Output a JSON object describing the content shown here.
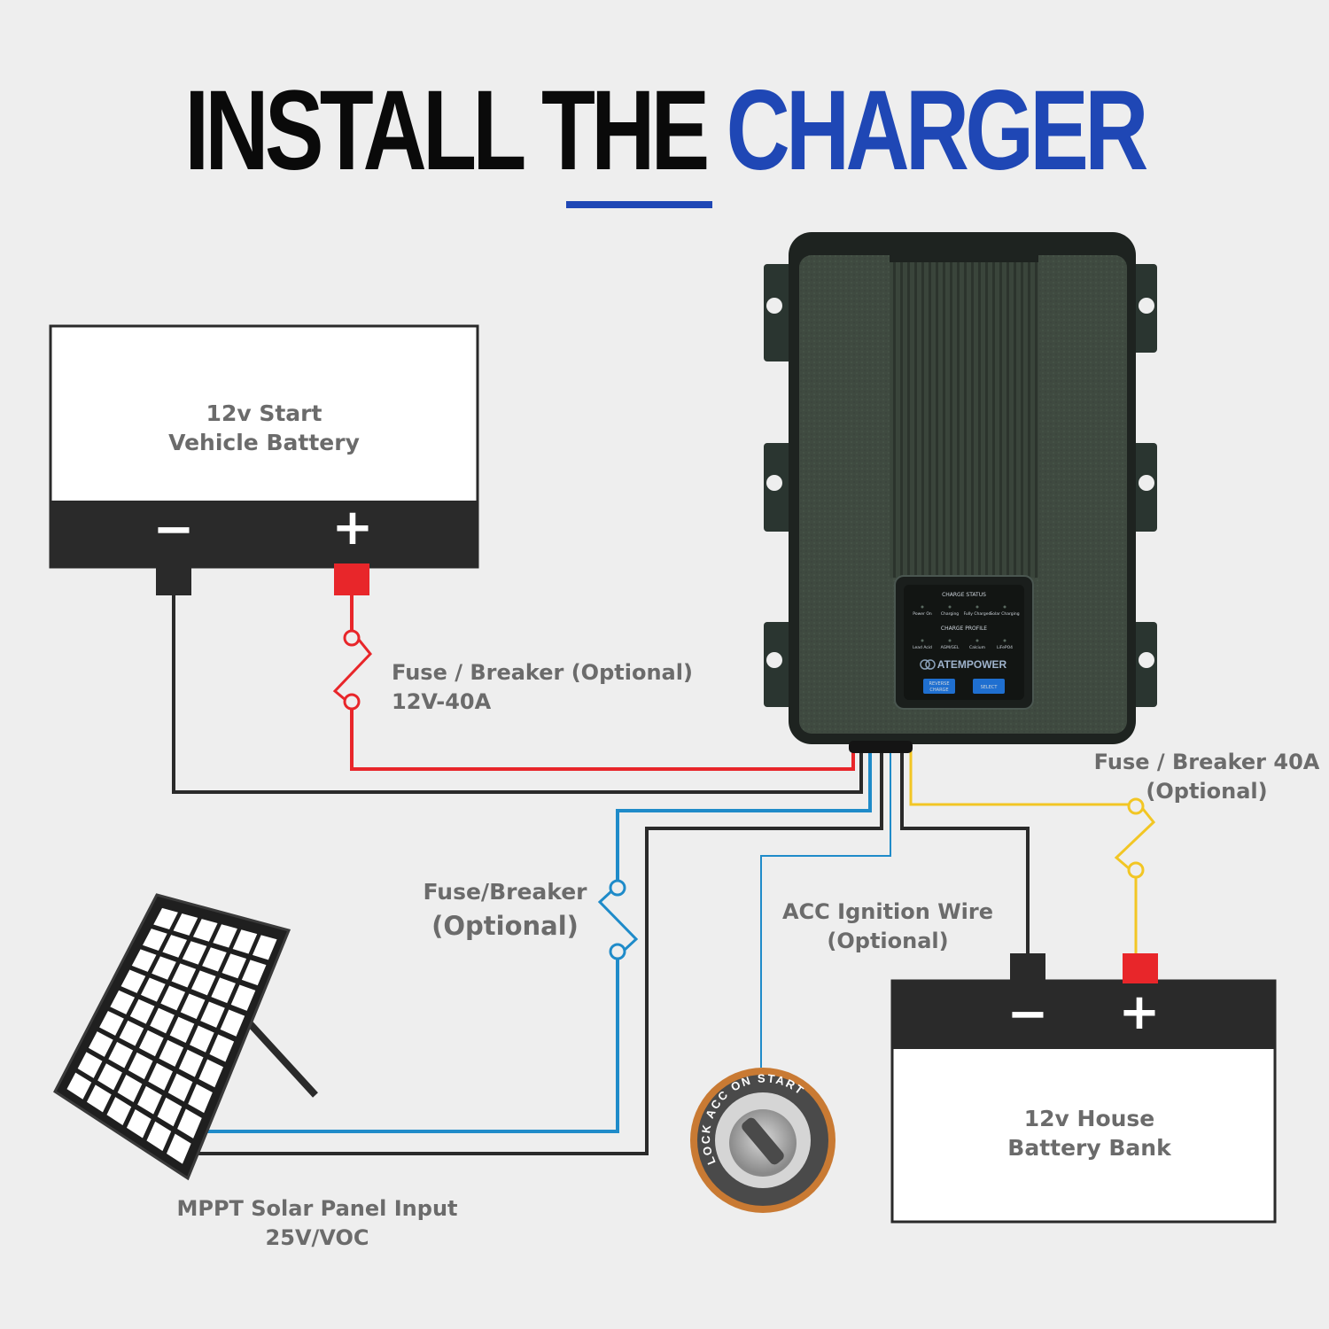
{
  "title": {
    "part1": "INSTALL",
    "part2": "THE",
    "part3": "CHARGER"
  },
  "colors": {
    "accent": "#1f47b5",
    "red": "#e8262a",
    "yellow": "#f2c624",
    "blue": "#1f8bc9",
    "black": "#2a2a2a"
  },
  "start_battery": {
    "line1": "12v Start",
    "line2": "Vehicle Battery",
    "neg": "−",
    "pos": "+"
  },
  "house_battery": {
    "line1": "12v House",
    "line2": "Battery Bank",
    "neg": "−",
    "pos": "+"
  },
  "labels": {
    "fuse_start_1": "Fuse / Breaker (Optional)",
    "fuse_start_2": "12V-40A",
    "fuse_house_1": "Fuse / Breaker 40A",
    "fuse_house_2": "(Optional)",
    "fuse_solar_1": "Fuse/Breaker",
    "fuse_solar_2": "(Optional)",
    "acc_1": "ACC Ignition Wire",
    "acc_2": "(Optional)",
    "solar_1": "MPPT Solar Panel Input",
    "solar_2": "25V/VOC"
  },
  "charger": {
    "brand": "ATEMPOWER",
    "charge_status": "CHARGE STATUS",
    "status_items": [
      "Power On",
      "Charging",
      "Fully Charged",
      "Solar Charging"
    ],
    "charge_profile": "CHARGE PROFILE",
    "profile_items": [
      "Lead Acid",
      "AGM/GEL",
      "Calcium",
      "LiFePO4"
    ],
    "btn_reverse_1": "REVERSE",
    "btn_reverse_2": "CHARGE",
    "btn_select": "SELECT"
  },
  "ignition": {
    "ring_text": "LOCK ACC ON START"
  }
}
